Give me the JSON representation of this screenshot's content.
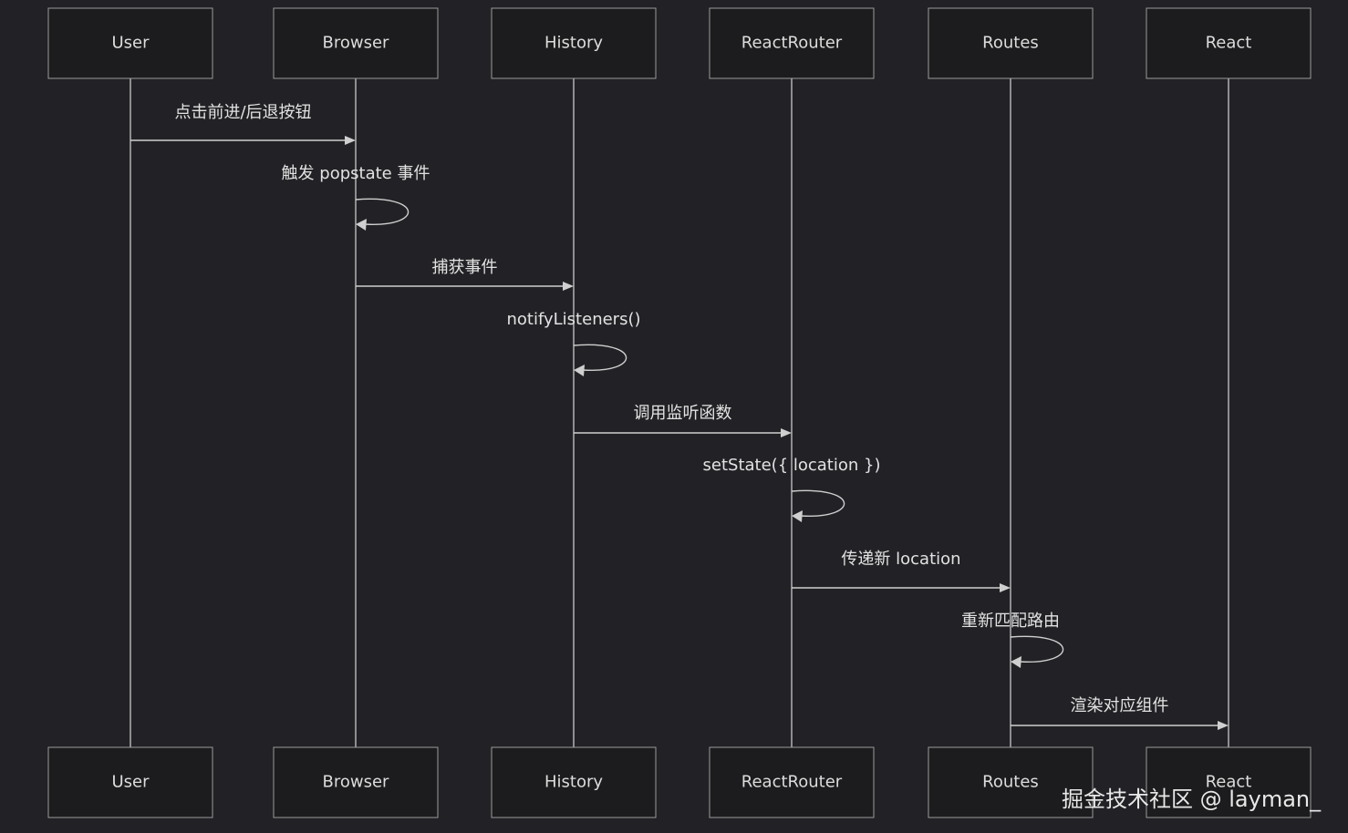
{
  "participants": [
    {
      "id": "user",
      "label": "User"
    },
    {
      "id": "browser",
      "label": "Browser"
    },
    {
      "id": "history",
      "label": "History"
    },
    {
      "id": "reactrouter",
      "label": "ReactRouter"
    },
    {
      "id": "routes",
      "label": "Routes"
    },
    {
      "id": "react",
      "label": "React"
    }
  ],
  "messages": [
    {
      "from": "user",
      "to": "browser",
      "label": "点击前进/后退按钮"
    },
    {
      "from": "browser",
      "to": "browser",
      "label": "触发 popstate 事件"
    },
    {
      "from": "browser",
      "to": "history",
      "label": "捕获事件"
    },
    {
      "from": "history",
      "to": "history",
      "label": "notifyListeners()"
    },
    {
      "from": "history",
      "to": "reactrouter",
      "label": "调用监听函数"
    },
    {
      "from": "reactrouter",
      "to": "reactrouter",
      "label": "setState({ location })"
    },
    {
      "from": "reactrouter",
      "to": "routes",
      "label": "传递新 location"
    },
    {
      "from": "routes",
      "to": "routes",
      "label": "重新匹配路由"
    },
    {
      "from": "routes",
      "to": "react",
      "label": "渲染对应组件"
    }
  ],
  "watermark": "掘金技术社区 @ layman_",
  "colors": {
    "background": "#222226",
    "box": "#1c1c1e",
    "line": "#cfcfcf",
    "text": "#e2e2e2"
  }
}
